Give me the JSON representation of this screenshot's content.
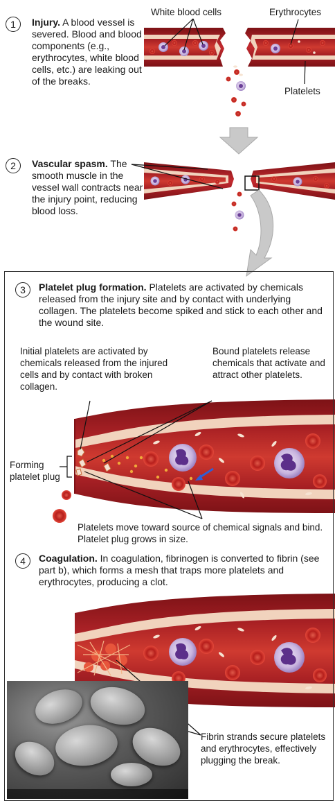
{
  "steps": [
    {
      "number": "1",
      "title": "Injury.",
      "body": "A blood vessel is severed. Blood and blood components (e.g., erythrocytes, white blood cells, etc.) are leaking out of the breaks."
    },
    {
      "number": "2",
      "title": "Vascular spasm.",
      "body": "The smooth muscle in the vessel wall contracts near the injury point, reducing blood loss."
    },
    {
      "number": "3",
      "title": "Platelet plug formation.",
      "body": "Platelets are activated by chemicals released from the injury site and by contact with underlying collagen. The platelets become spiked and stick to each other and the wound site."
    },
    {
      "number": "4",
      "title": "Coagulation.",
      "body": "In coagulation, fibrinogen is converted to fibrin (see part b), which forms a mesh that traps more platelets and erythrocytes, producing a clot."
    }
  ],
  "labels": {
    "white_blood_cells": "White blood cells",
    "erythrocytes": "Erythrocytes",
    "platelets": "Platelets",
    "initial_platelets": "Initial platelets are activated by chemicals released from the injured cells and by contact with broken collagen.",
    "bound_platelets": "Bound platelets release chemicals that activate and attract other platelets.",
    "forming_plug": "Forming platelet plug",
    "platelets_move": "Platelets move toward source of chemical signals and bind. Platelet plug grows in size.",
    "fibrin_strands": "Fibrin strands secure platelets and erythrocytes, effectively plugging the break."
  },
  "colors": {
    "vessel_wall": "#b5242a",
    "vessel_inner": "#f4dcc6",
    "blood": "#c8372e",
    "wbc": "#8b6cb3",
    "arrow": "#c9c9c9"
  }
}
